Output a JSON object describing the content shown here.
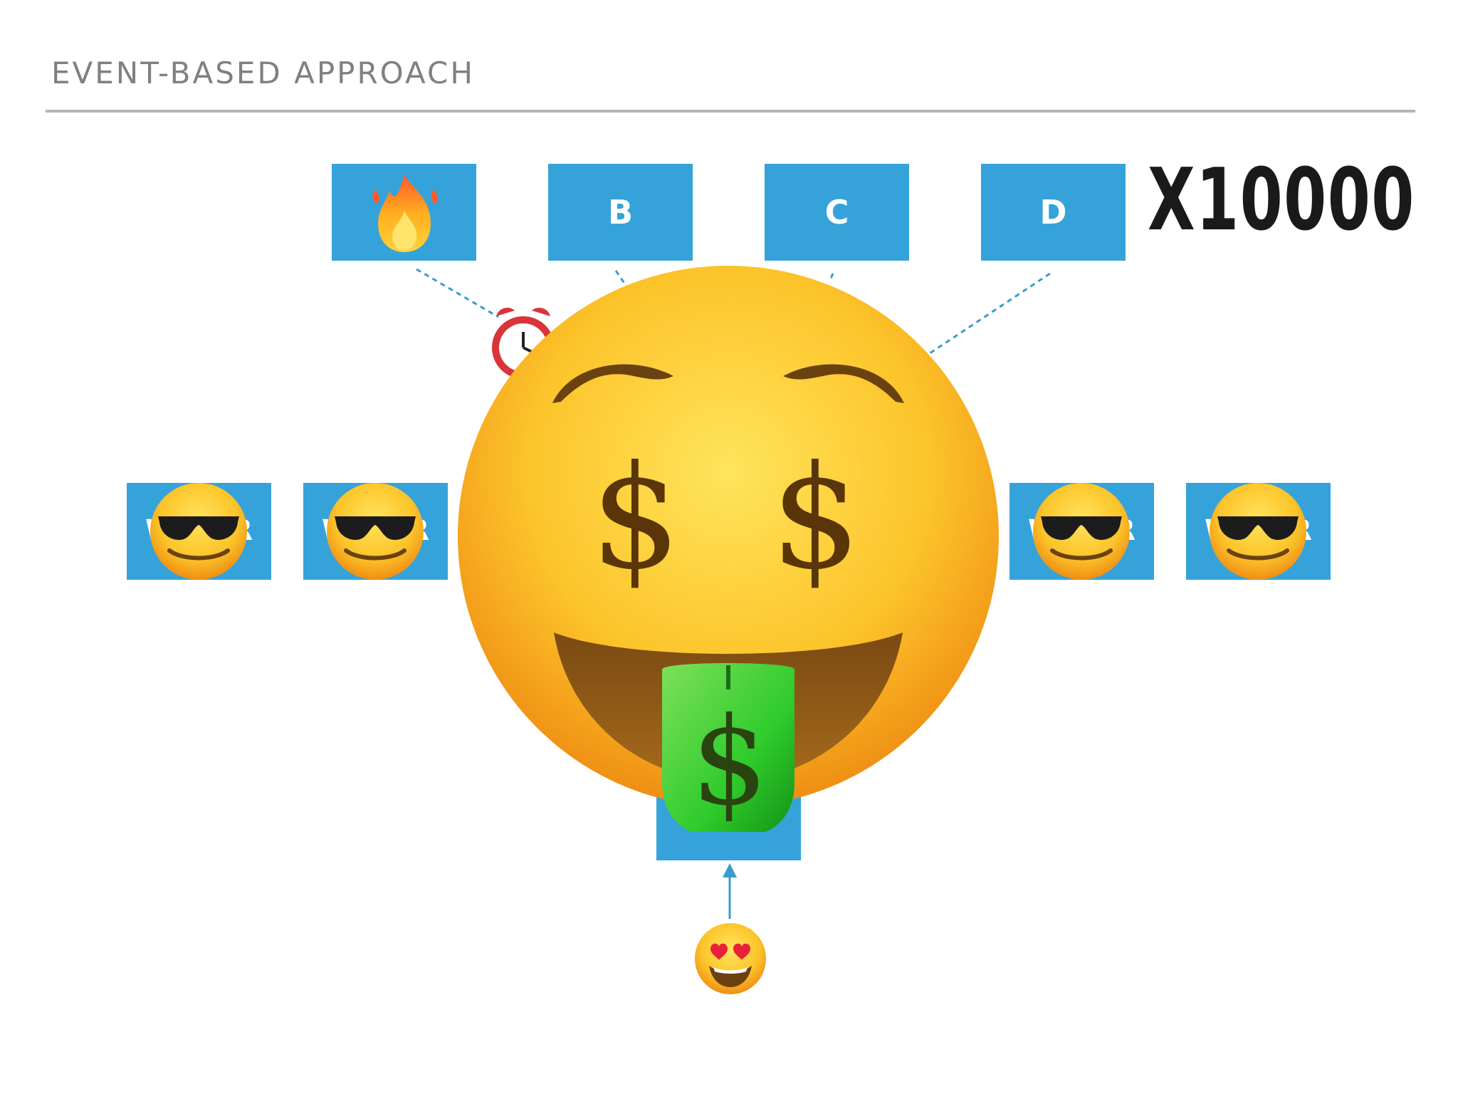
{
  "slide": {
    "title": "EVENT-BASED APPROACH",
    "multiplier": "X10000"
  },
  "top_boxes": [
    {
      "label": "",
      "icon": "fire-icon"
    },
    {
      "label": "B"
    },
    {
      "label": "C"
    },
    {
      "label": "D"
    }
  ],
  "worker_boxes": [
    {
      "label": "W",
      "label_end": "R",
      "icon": "sunglasses-face-icon"
    },
    {
      "label": "W",
      "label_end": "R",
      "icon": "sunglasses-face-icon"
    },
    {
      "label": "W",
      "label_end": "R",
      "icon": "sunglasses-face-icon"
    },
    {
      "label": "W",
      "label_end": "R",
      "icon": "sunglasses-face-icon"
    }
  ],
  "center_icon": "money-mouth-face-icon",
  "input_icon": "heart-eyes-face-icon",
  "clock_icon": "alarm-clock-icon",
  "colors": {
    "box": "#35a3da",
    "connector": "#3a9bd0",
    "title": "#808080",
    "rule": "#b4b4b4"
  }
}
